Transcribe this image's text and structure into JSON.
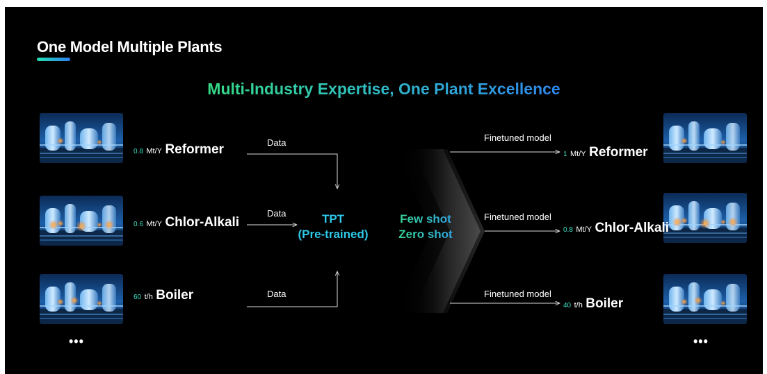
{
  "header": {
    "title": "One Model Multiple Plants",
    "underline_colors": [
      "#22e0b0",
      "#2f7ff0"
    ]
  },
  "subtitle": "Multi-Industry Expertise, One Plant Excellence",
  "left_plants": [
    {
      "capacity": "0.8",
      "unit": "Mt/Y",
      "name": "Reformer",
      "image": "reformer-image"
    },
    {
      "capacity": "0.6",
      "unit": "Mt/Y",
      "name": "Chlor-Alkali",
      "image": "chlor-alkali-image"
    },
    {
      "capacity": "60",
      "unit": "t/h",
      "name": "Boiler",
      "image": "boiler-image"
    }
  ],
  "right_plants": [
    {
      "capacity": "1",
      "unit": "Mt/Y",
      "name": "Reformer",
      "image": "reformer-image"
    },
    {
      "capacity": "0.8",
      "unit": "Mt/Y",
      "name": "Chlor-Alkali",
      "image": "chlor-alkali-image"
    },
    {
      "capacity": "40",
      "unit": "t/h",
      "name": "Boiler",
      "image": "boiler-image"
    }
  ],
  "data_labels": [
    "Data",
    "Data",
    "Data"
  ],
  "finetuned_labels": [
    "Finetuned model",
    "Finetuned model",
    "Finetuned model"
  ],
  "center": {
    "line1": "TPT",
    "line2": "(Pre-trained)"
  },
  "shots": {
    "line1": "Few shot",
    "line2": "Zero shot"
  },
  "more": {
    "left": "•••",
    "right": "•••"
  },
  "colors": {
    "background": "#000000",
    "accent_cyan": "#2ec8e8",
    "accent_green": "#36dc88",
    "accent_blue": "#2e87f0",
    "capacity_number": "#3fe0c4"
  }
}
